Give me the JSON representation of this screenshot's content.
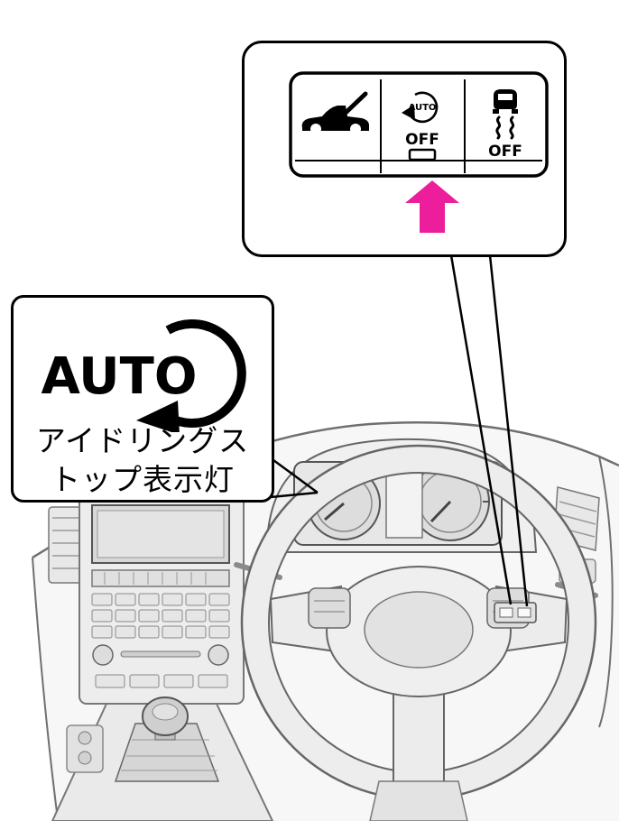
{
  "switch_panel": {
    "auto_label": "AUTO",
    "off_center": "OFF",
    "off_right": "OFF"
  },
  "indicator_callout": {
    "auto_label": "AUTO",
    "caption_line1": "アイドリングス",
    "caption_line2": "トップ表示灯"
  },
  "icons": {
    "trunk": "trunk-open-icon",
    "idling_stop": "auto-circle-arrow-icon",
    "vdc": "vdc-off-icon",
    "arrow": "up-arrow-icon"
  },
  "colors": {
    "arrow": "#EC1E9B",
    "outline": "#000000",
    "art_line": "#6b6b6b"
  }
}
